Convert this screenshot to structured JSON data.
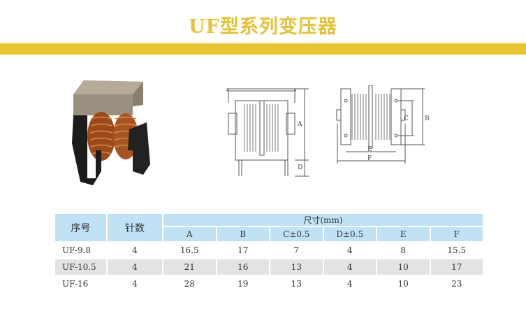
{
  "title": "UF型系列变压器",
  "drawing_labels": {
    "A": "A",
    "B": "B",
    "C": "C",
    "D": "D",
    "E": "E",
    "F": "F"
  },
  "table": {
    "header": {
      "serial": "序号",
      "pins": "针数",
      "dimensions": "尺寸(mm)"
    },
    "columns": [
      "A",
      "B",
      "C±0.5",
      "D±0.5",
      "E",
      "F"
    ],
    "rows": [
      {
        "model": "UF-9.8",
        "pins": "4",
        "values": [
          "16.5",
          "17",
          "7",
          "4",
          "8",
          "15.5"
        ]
      },
      {
        "model": "UF-10.5",
        "pins": "4",
        "values": [
          "21",
          "16",
          "13",
          "4",
          "10",
          "17"
        ]
      },
      {
        "model": "UF-16",
        "pins": "4",
        "values": [
          "28",
          "19",
          "13",
          "4",
          "10",
          "23"
        ]
      }
    ]
  },
  "colors": {
    "accent": "#e8c52e",
    "table_header": "#bfe3f5",
    "row_alt": "#e3e3e6"
  }
}
